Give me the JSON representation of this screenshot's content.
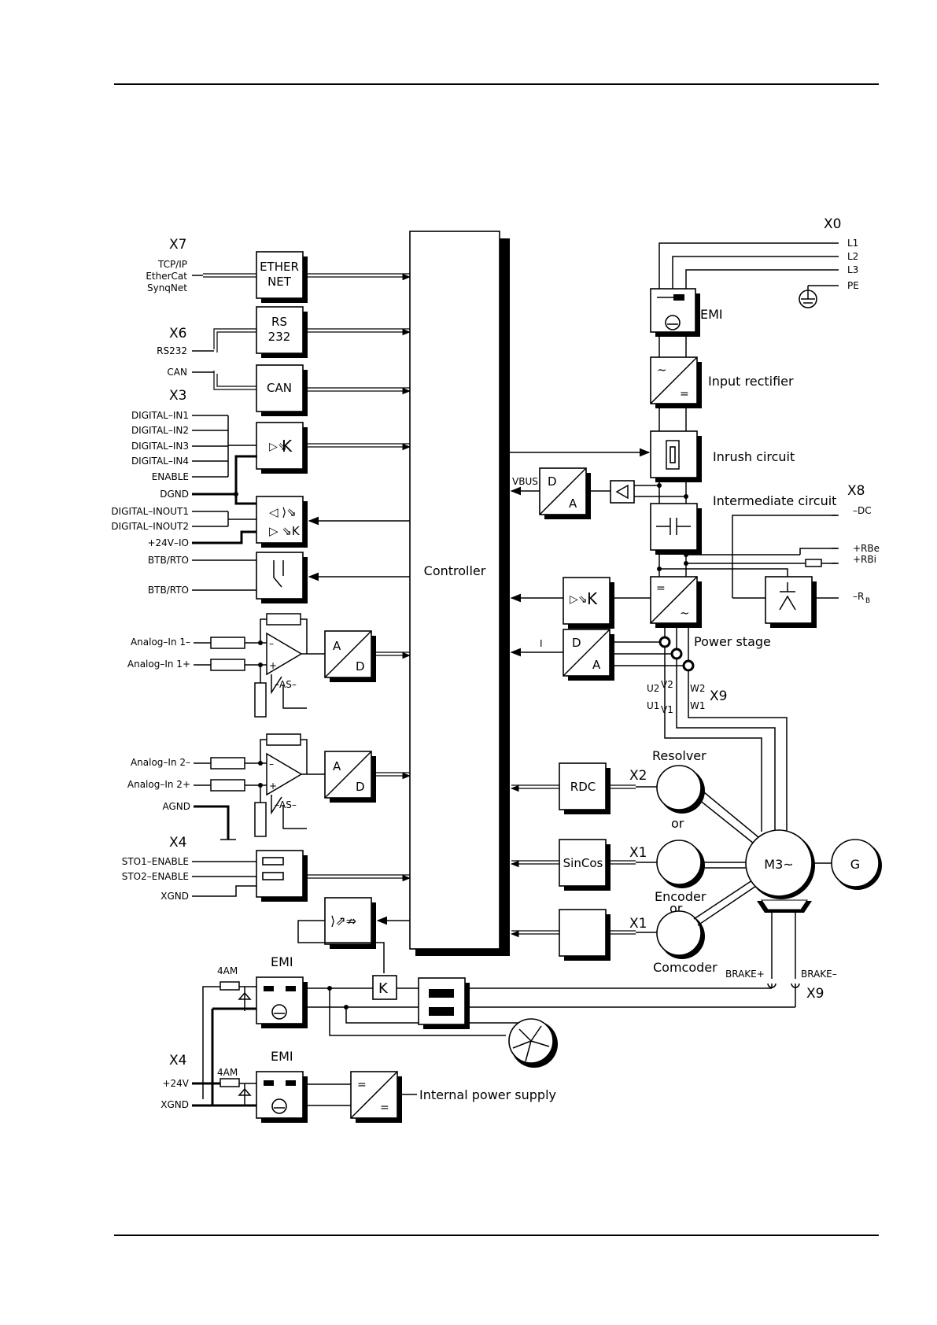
{
  "connectors": {
    "x7": "X7",
    "x6": "X6",
    "x3": "X3",
    "x4a": "X4",
    "x4b": "X4",
    "x0": "X0",
    "x8": "X8",
    "x9a": "X9",
    "x9b": "X9",
    "x2": "X2",
    "x1a": "X1",
    "x1b": "X1"
  },
  "left_labels": {
    "tcpip": "TCP/IP",
    "ethercat": "EtherCat",
    "synqnet": "SynqNet",
    "rs232": "RS232",
    "can": "CAN",
    "din1": "DIGITAL–IN1",
    "din2": "DIGITAL–IN2",
    "din3": "DIGITAL–IN3",
    "din4": "DIGITAL–IN4",
    "enable": "ENABLE",
    "dgnd": "DGND",
    "dio1": "DIGITAL–INOUT1",
    "dio2": "DIGITAL–INOUT2",
    "v24io": "+24V–IO",
    "btb1": "BTB/RTO",
    "btb2": "BTB/RTO",
    "ain1m": "Analog–In  1–",
    "ain1p": "Analog–In  1+",
    "ain2m": "Analog–In  2–",
    "ain2p": "Analog–In  2+",
    "agnd": "AGND",
    "sto1": "STO1–ENABLE",
    "sto2": "STO2–ENABLE",
    "xgnd1": "XGND",
    "v24": "+24V",
    "xgnd2": "XGND"
  },
  "blocks": {
    "ethernet_1": "ETHER",
    "ethernet_2": "NET",
    "rs232_1": "RS",
    "rs232_2": "232",
    "can": "CAN",
    "controller": "Controller",
    "ad1_a": "A",
    "ad1_d": "D",
    "ad2_a": "A",
    "ad2_d": "D",
    "as1": "–AS–",
    "as2": "–AS–",
    "da1_d": "D",
    "da1_a": "A",
    "da2_d": "D",
    "da2_a": "A",
    "vbus": "VBUS",
    "cur": "I",
    "rdc": "RDC",
    "sincos": "SinCos",
    "emi_top": "EMI",
    "emi1": "EMI",
    "emi2": "EMI",
    "fuse1": "4AM",
    "fuse2": "4AM"
  },
  "right_labels": {
    "l1": "L1",
    "l2": "L2",
    "l3": "L3",
    "pe": "PE",
    "input_rectifier": "Input  rectifier",
    "inrush": "Inrush  circuit",
    "intermediate": "Intermediate  circuit",
    "power_stage": "Power  stage",
    "dc": "–DC",
    "rbe": "+RBe",
    "rbi": "+RBi",
    "rb": "–R",
    "rb_sub": "B",
    "u2": "U2",
    "v2": "V2",
    "w2": "W2",
    "u1": "U1",
    "v1": "V1",
    "w1": "W1",
    "resolver": "Resolver",
    "or1": "or",
    "encoder": "Encoder",
    "or2": "or",
    "comcoder": "Comcoder",
    "motor": "M3~",
    "gen": "G",
    "brake_p": "BRAKE+",
    "brake_m": "BRAKE–",
    "internal_ps": "Internal  power  supply"
  }
}
